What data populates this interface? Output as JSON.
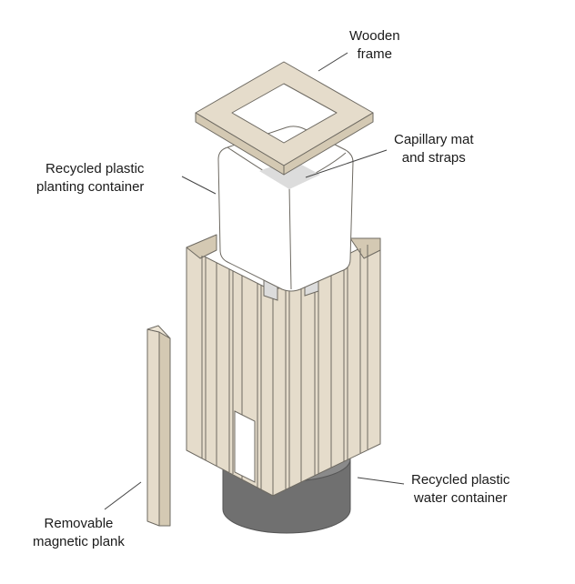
{
  "labels": {
    "wooden_frame": [
      "Wooden",
      "frame"
    ],
    "capillary_mat": [
      "Capillary mat",
      "and straps"
    ],
    "planting_container": [
      "Recycled plastic",
      "planting container"
    ],
    "water_container": [
      "Recycled plastic",
      "water container"
    ],
    "magnetic_plank": [
      "Removable",
      "magnetic plank"
    ]
  },
  "colors": {
    "wood": "#e5dccb",
    "wood_dark": "#d4c9b3",
    "outline": "#6e6a62",
    "container": "#ffffff",
    "mat": "#dcdcdc",
    "water_container": "#6f6f6f",
    "water_container_top": "#8a8a8a",
    "leader": "#444444"
  }
}
